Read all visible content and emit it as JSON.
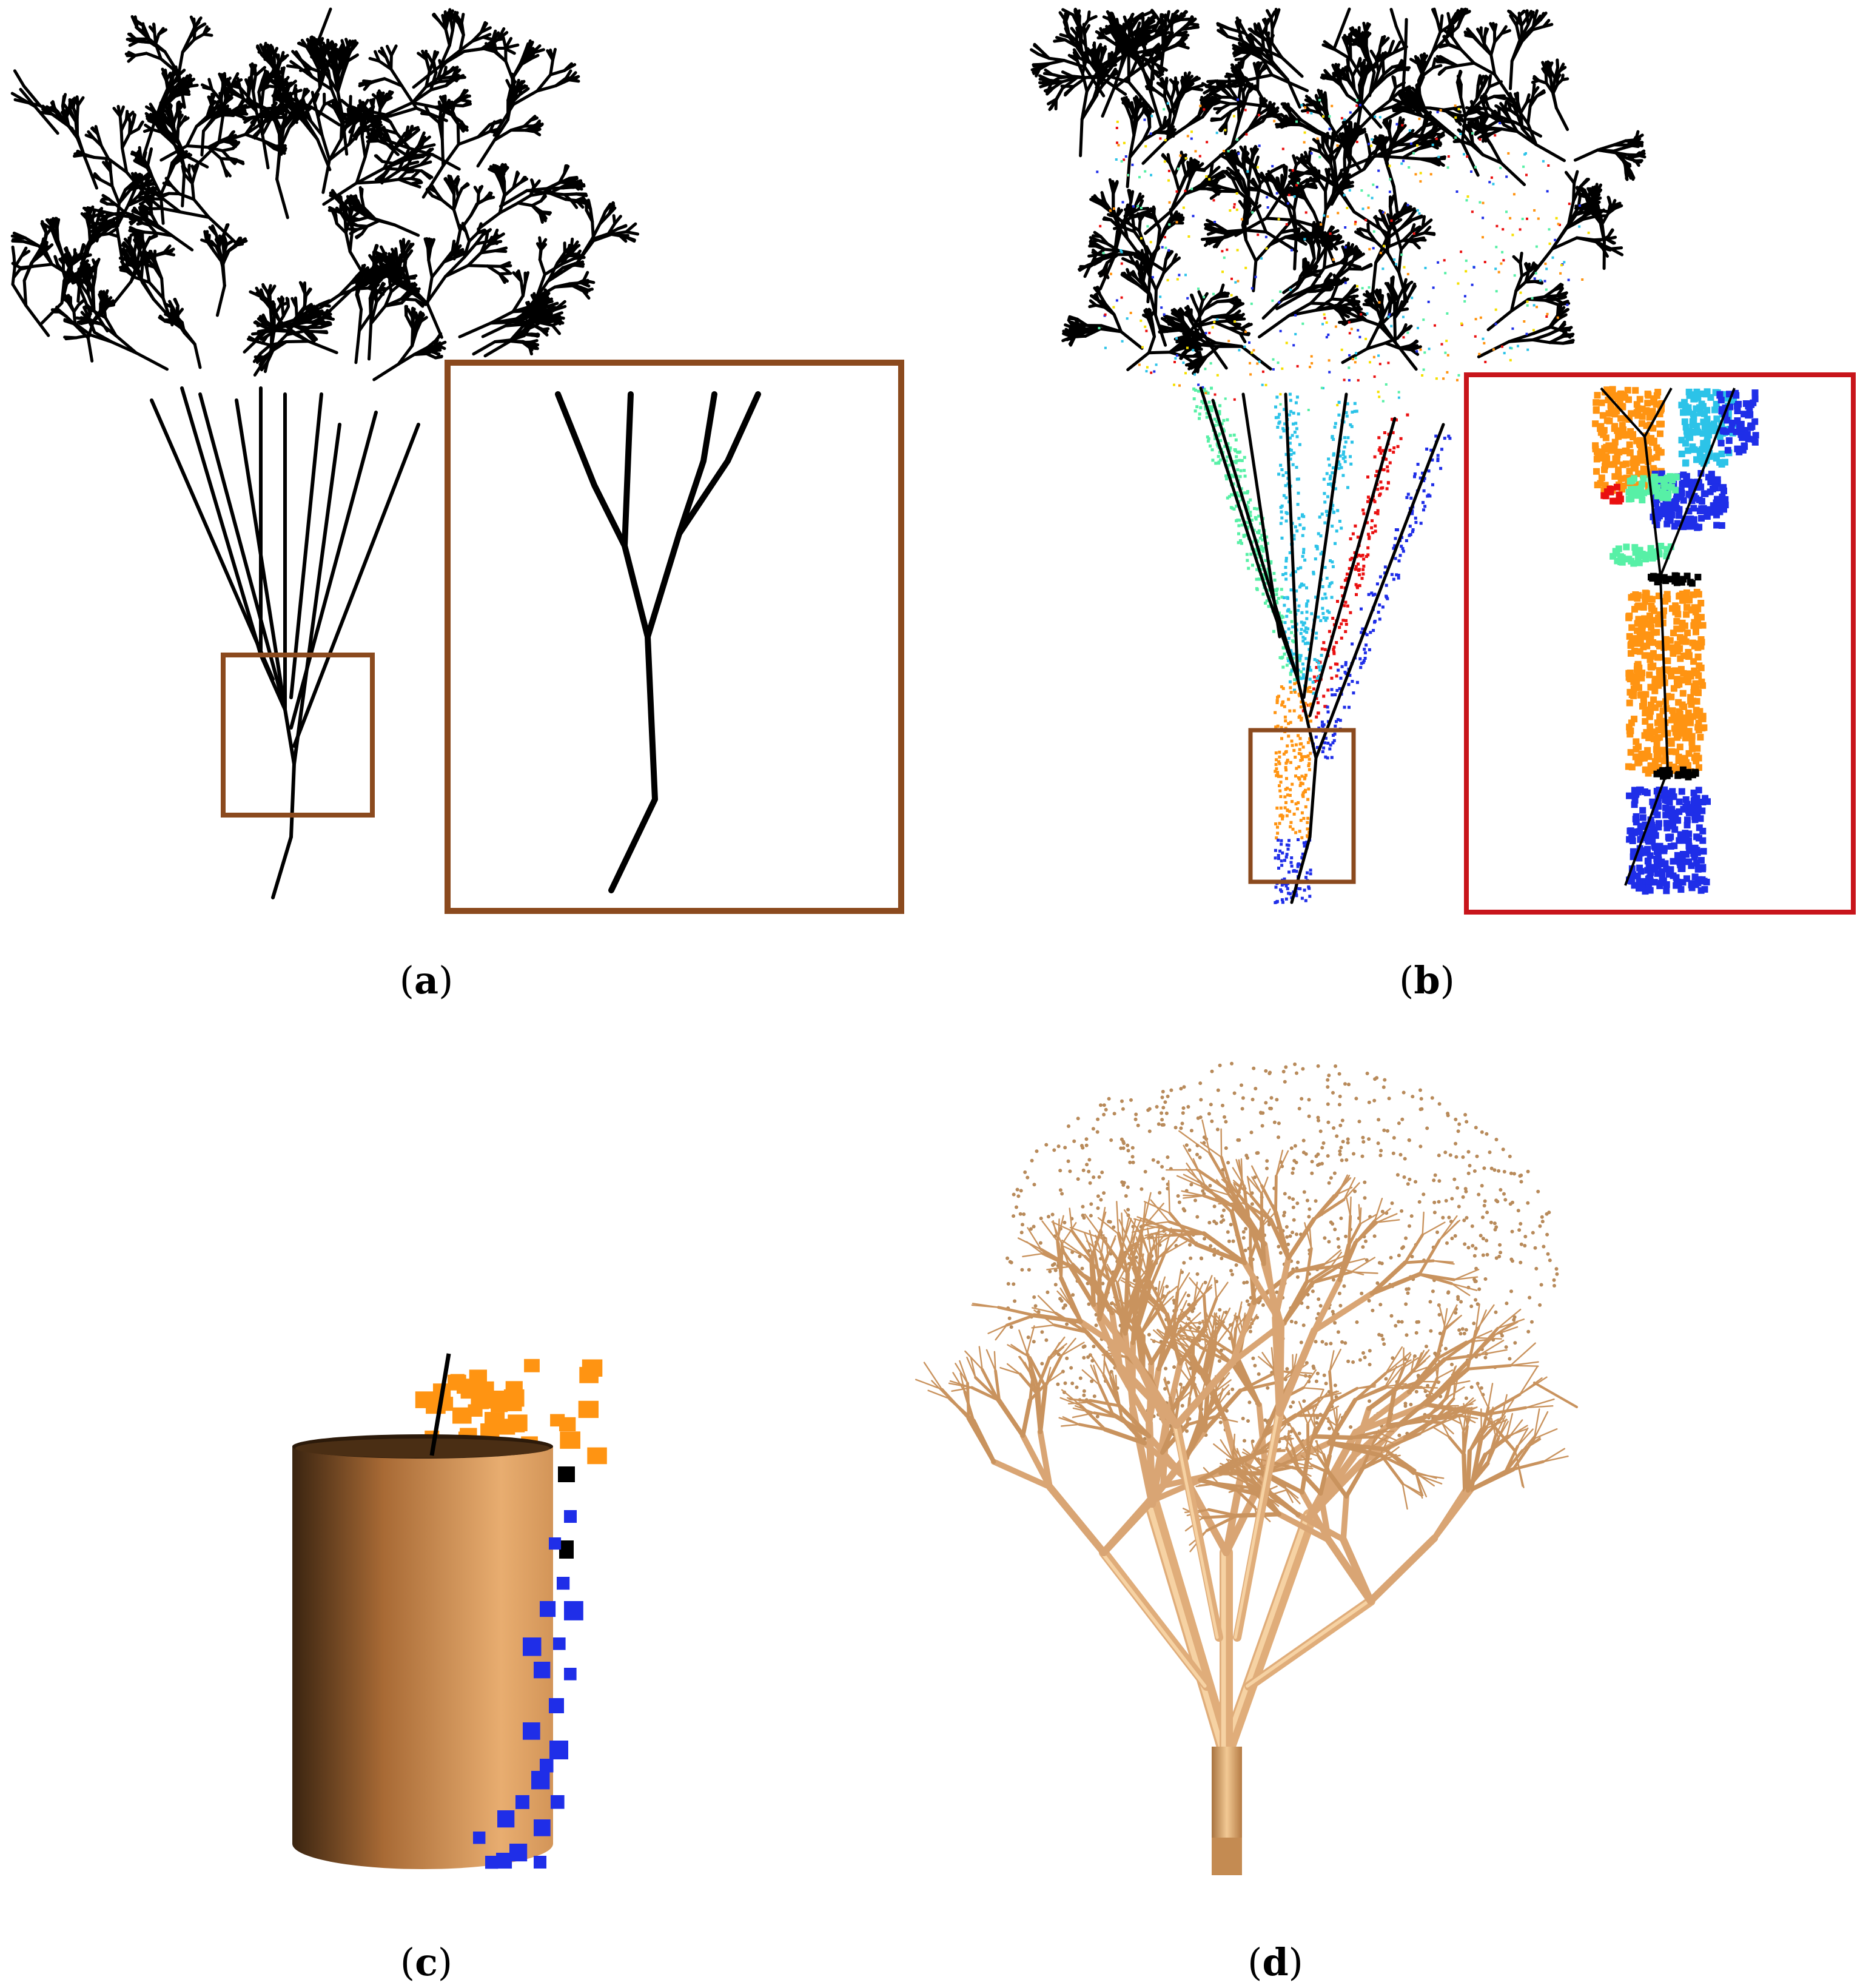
{
  "colors": {
    "skeleton": "#000000",
    "zoom_box_brown": "#8b4a1e",
    "zoom_box_red": "#c8151b",
    "cylinder_light": "#e3a467",
    "cylinder_dark": "#3a2410",
    "bark": "#d9a574",
    "points": [
      "#ff9412",
      "#1f2ee8",
      "#2cc3e8",
      "#57f0a6",
      "#ea1010",
      "#f5e000",
      "#000000"
    ]
  },
  "panels": [
    {
      "id": "a",
      "label": "a",
      "description_icon": "skeleton-tree-icon"
    },
    {
      "id": "b",
      "label": "b",
      "description_icon": "segmented-point-cloud-icon"
    },
    {
      "id": "c",
      "label": "c",
      "description_icon": "fitted-cylinder-icon"
    },
    {
      "id": "d",
      "label": "d",
      "description_icon": "reconstructed-tree-model-icon"
    }
  ]
}
